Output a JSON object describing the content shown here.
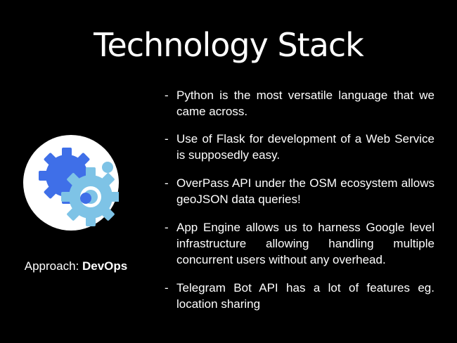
{
  "slide": {
    "title": "Technology Stack",
    "caption": {
      "prefix": "Approach: ",
      "emphasis": "DevOps"
    },
    "logo": {
      "icon": "gears-icon",
      "colors": {
        "circle": "#ffffff",
        "gear_back": "#3f6fe8",
        "gear_front": "#7ec3e6",
        "dot_light": "#7ec3e6",
        "dot_dark": "#3f6fe8"
      }
    },
    "bullet_marker": "-",
    "bullets": [
      "Python is the most versatile language that we came across.",
      "Use of Flask for development of a Web Service is supposedly easy.",
      "OverPass API under the OSM ecosystem allows geoJSON data queries!",
      "App Engine allows us to harness Google level infrastructure allowing handling multiple concurrent users without any overhead.",
      "Telegram Bot API has a lot of features eg. location sharing"
    ]
  }
}
